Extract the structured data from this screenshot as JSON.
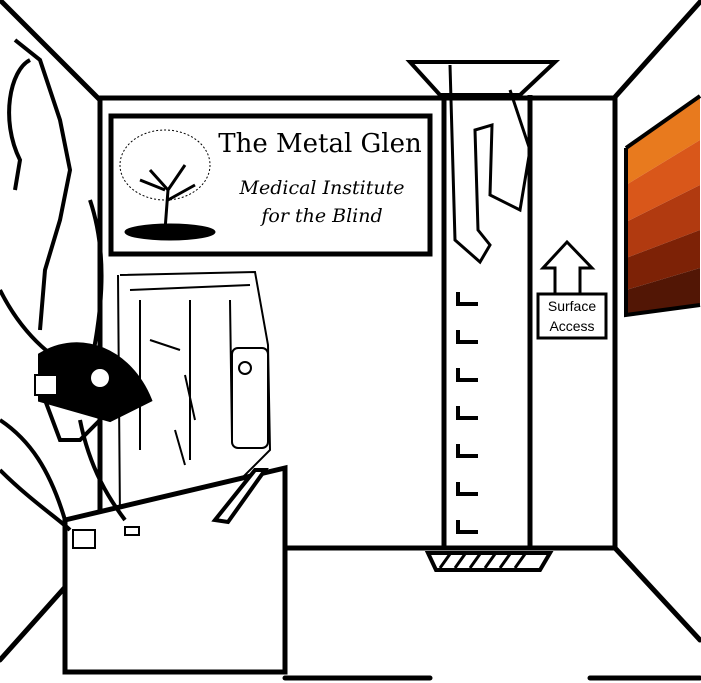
{
  "sign": {
    "title": "The Metal Glen",
    "subtitle_line1": "Medical Institute",
    "subtitle_line2": "for the Blind"
  },
  "direction_sign": {
    "line1": "Surface",
    "line2": "Access"
  },
  "colors": {
    "ink": "#000000",
    "painting": [
      "#e87a1e",
      "#d9571a",
      "#b13a10",
      "#7d2206",
      "#521605"
    ],
    "hatch_floor": "#000000"
  }
}
